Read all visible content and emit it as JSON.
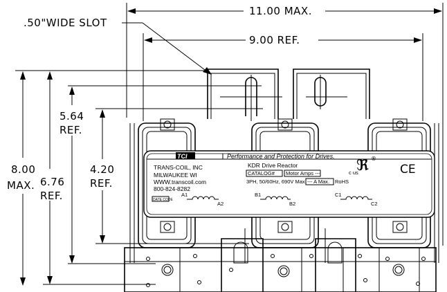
{
  "dimensions": {
    "overall_width": "11.00 MAX.",
    "mount_width": "9.00 REF.",
    "slot": ".50\"WIDE SLOT",
    "height_max_value": "8.00",
    "height_max_unit": "MAX.",
    "height_ref_value": "6.76",
    "height_ref_unit": "REF.",
    "mid_value": "5.64",
    "mid_unit": "REF.",
    "inner_value": "4.20",
    "inner_unit": "REF."
  },
  "nameplate": {
    "logo": "TCI",
    "tagline": "Performance and Protection for Drives.",
    "company": "TRANS-COIL, INC",
    "city": "MILWAUKEE WI",
    "website": "WWW.transcoil.com",
    "phone": "800-824-8282",
    "date_box": "DATE CODE",
    "product": "KDR Drive Reactor",
    "catalog_label": "CATALOG#",
    "motor_amps": "Motor Amps ---",
    "specs_left": "3PH, 50/60Hz, 690V Max,",
    "specs_amps": "--- A Max.",
    "specs_rohs": "RoHS",
    "ul_mark": "c  us",
    "ce_mark": "CE",
    "terminals": [
      "A1",
      "A2",
      "B1",
      "B2",
      "C1",
      "C2"
    ]
  }
}
